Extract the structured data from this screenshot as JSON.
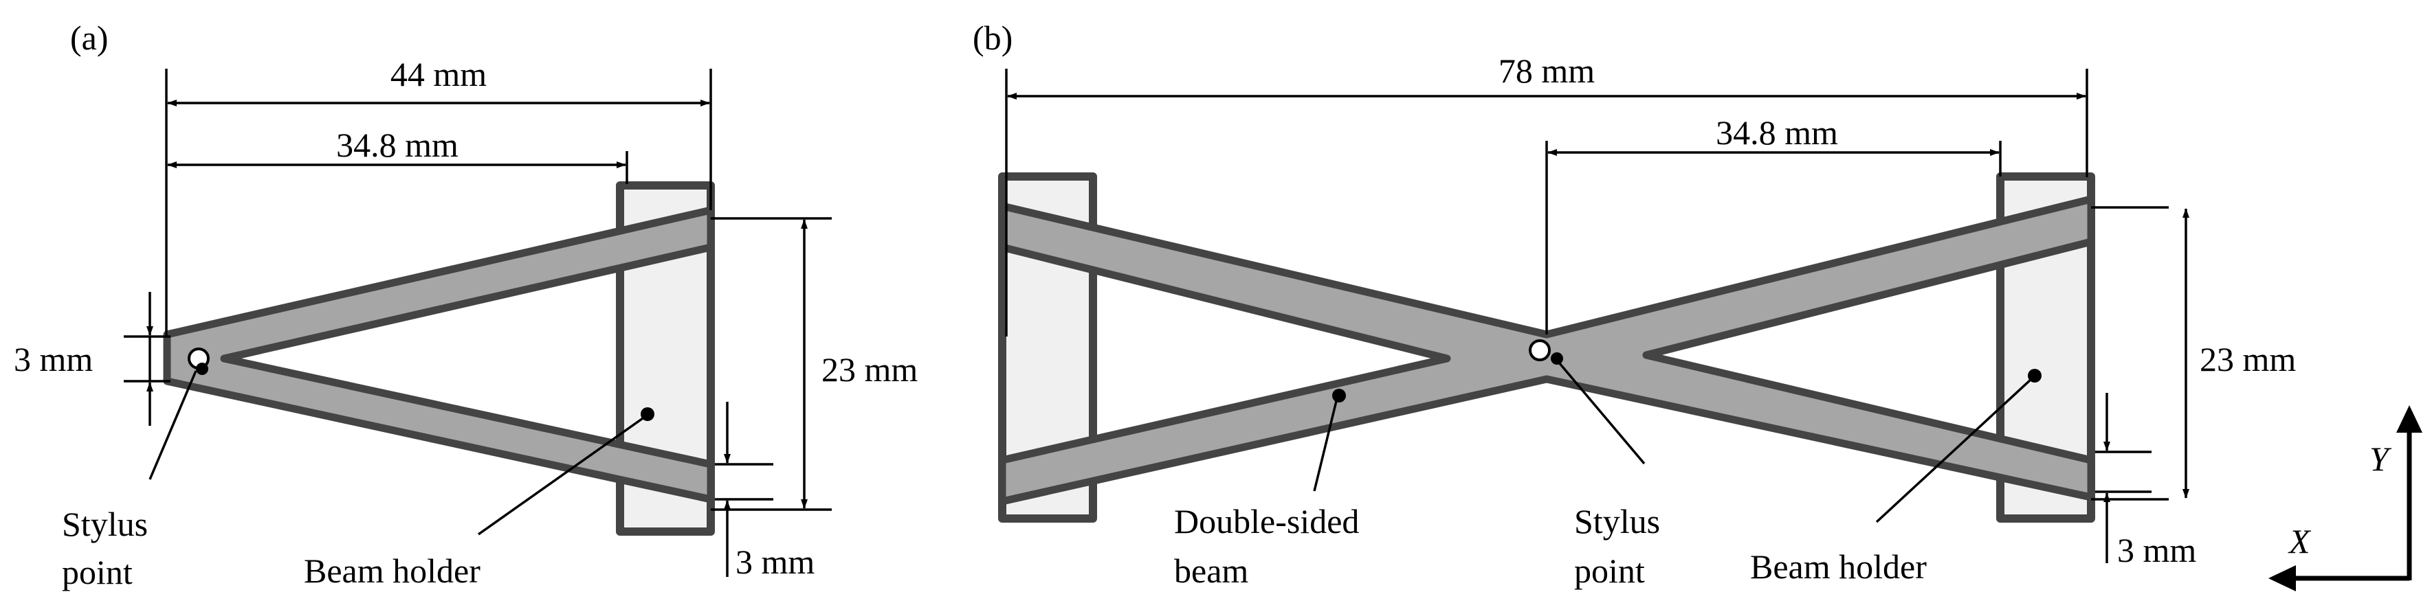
{
  "panels": {
    "a": {
      "label": "(a)",
      "dim_total": "44 mm",
      "dim_stylus": "34.8 mm",
      "dim_height": "23 mm",
      "dim_tip_width": "3 mm",
      "dim_beam_width": "3 mm",
      "callout_stylus_line1": "Stylus",
      "callout_stylus_line2": "point",
      "callout_holder": "Beam holder"
    },
    "b": {
      "label": "(b)",
      "dim_total": "78 mm",
      "dim_stylus": "34.8 mm",
      "dim_height": "23 mm",
      "dim_beam_width": "3 mm",
      "callout_beam_line1": "Double-sided",
      "callout_beam_line2": "beam",
      "callout_stylus_line1": "Stylus",
      "callout_stylus_line2": "point",
      "callout_holder": "Beam holder"
    }
  },
  "axes": {
    "x_label": "X",
    "y_label": "Y"
  }
}
